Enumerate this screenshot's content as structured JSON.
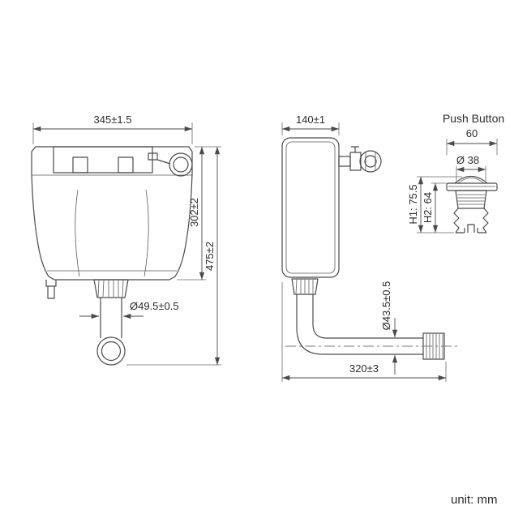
{
  "drawing": {
    "front_view": {
      "width_dim": "345±1.5",
      "tank_height_dim": "302±2",
      "total_height_dim": "475±2",
      "outlet_dia_dim": "Ø49.5±0.5"
    },
    "side_view": {
      "depth_dim": "140±1",
      "pipe_dia_dim": "Ø43.5±0.5",
      "pipe_length_dim": "320±3"
    },
    "push_button": {
      "title": "Push Button",
      "width_dim": "60",
      "dia_dim": "Ø 38",
      "h1_dim": "H1: 75.5",
      "h2_dim": "H2: 64"
    },
    "unit_label": "unit: mm",
    "colors": {
      "line": "#4a4a4a",
      "text": "#2b2b2b",
      "background": "#ffffff"
    }
  }
}
